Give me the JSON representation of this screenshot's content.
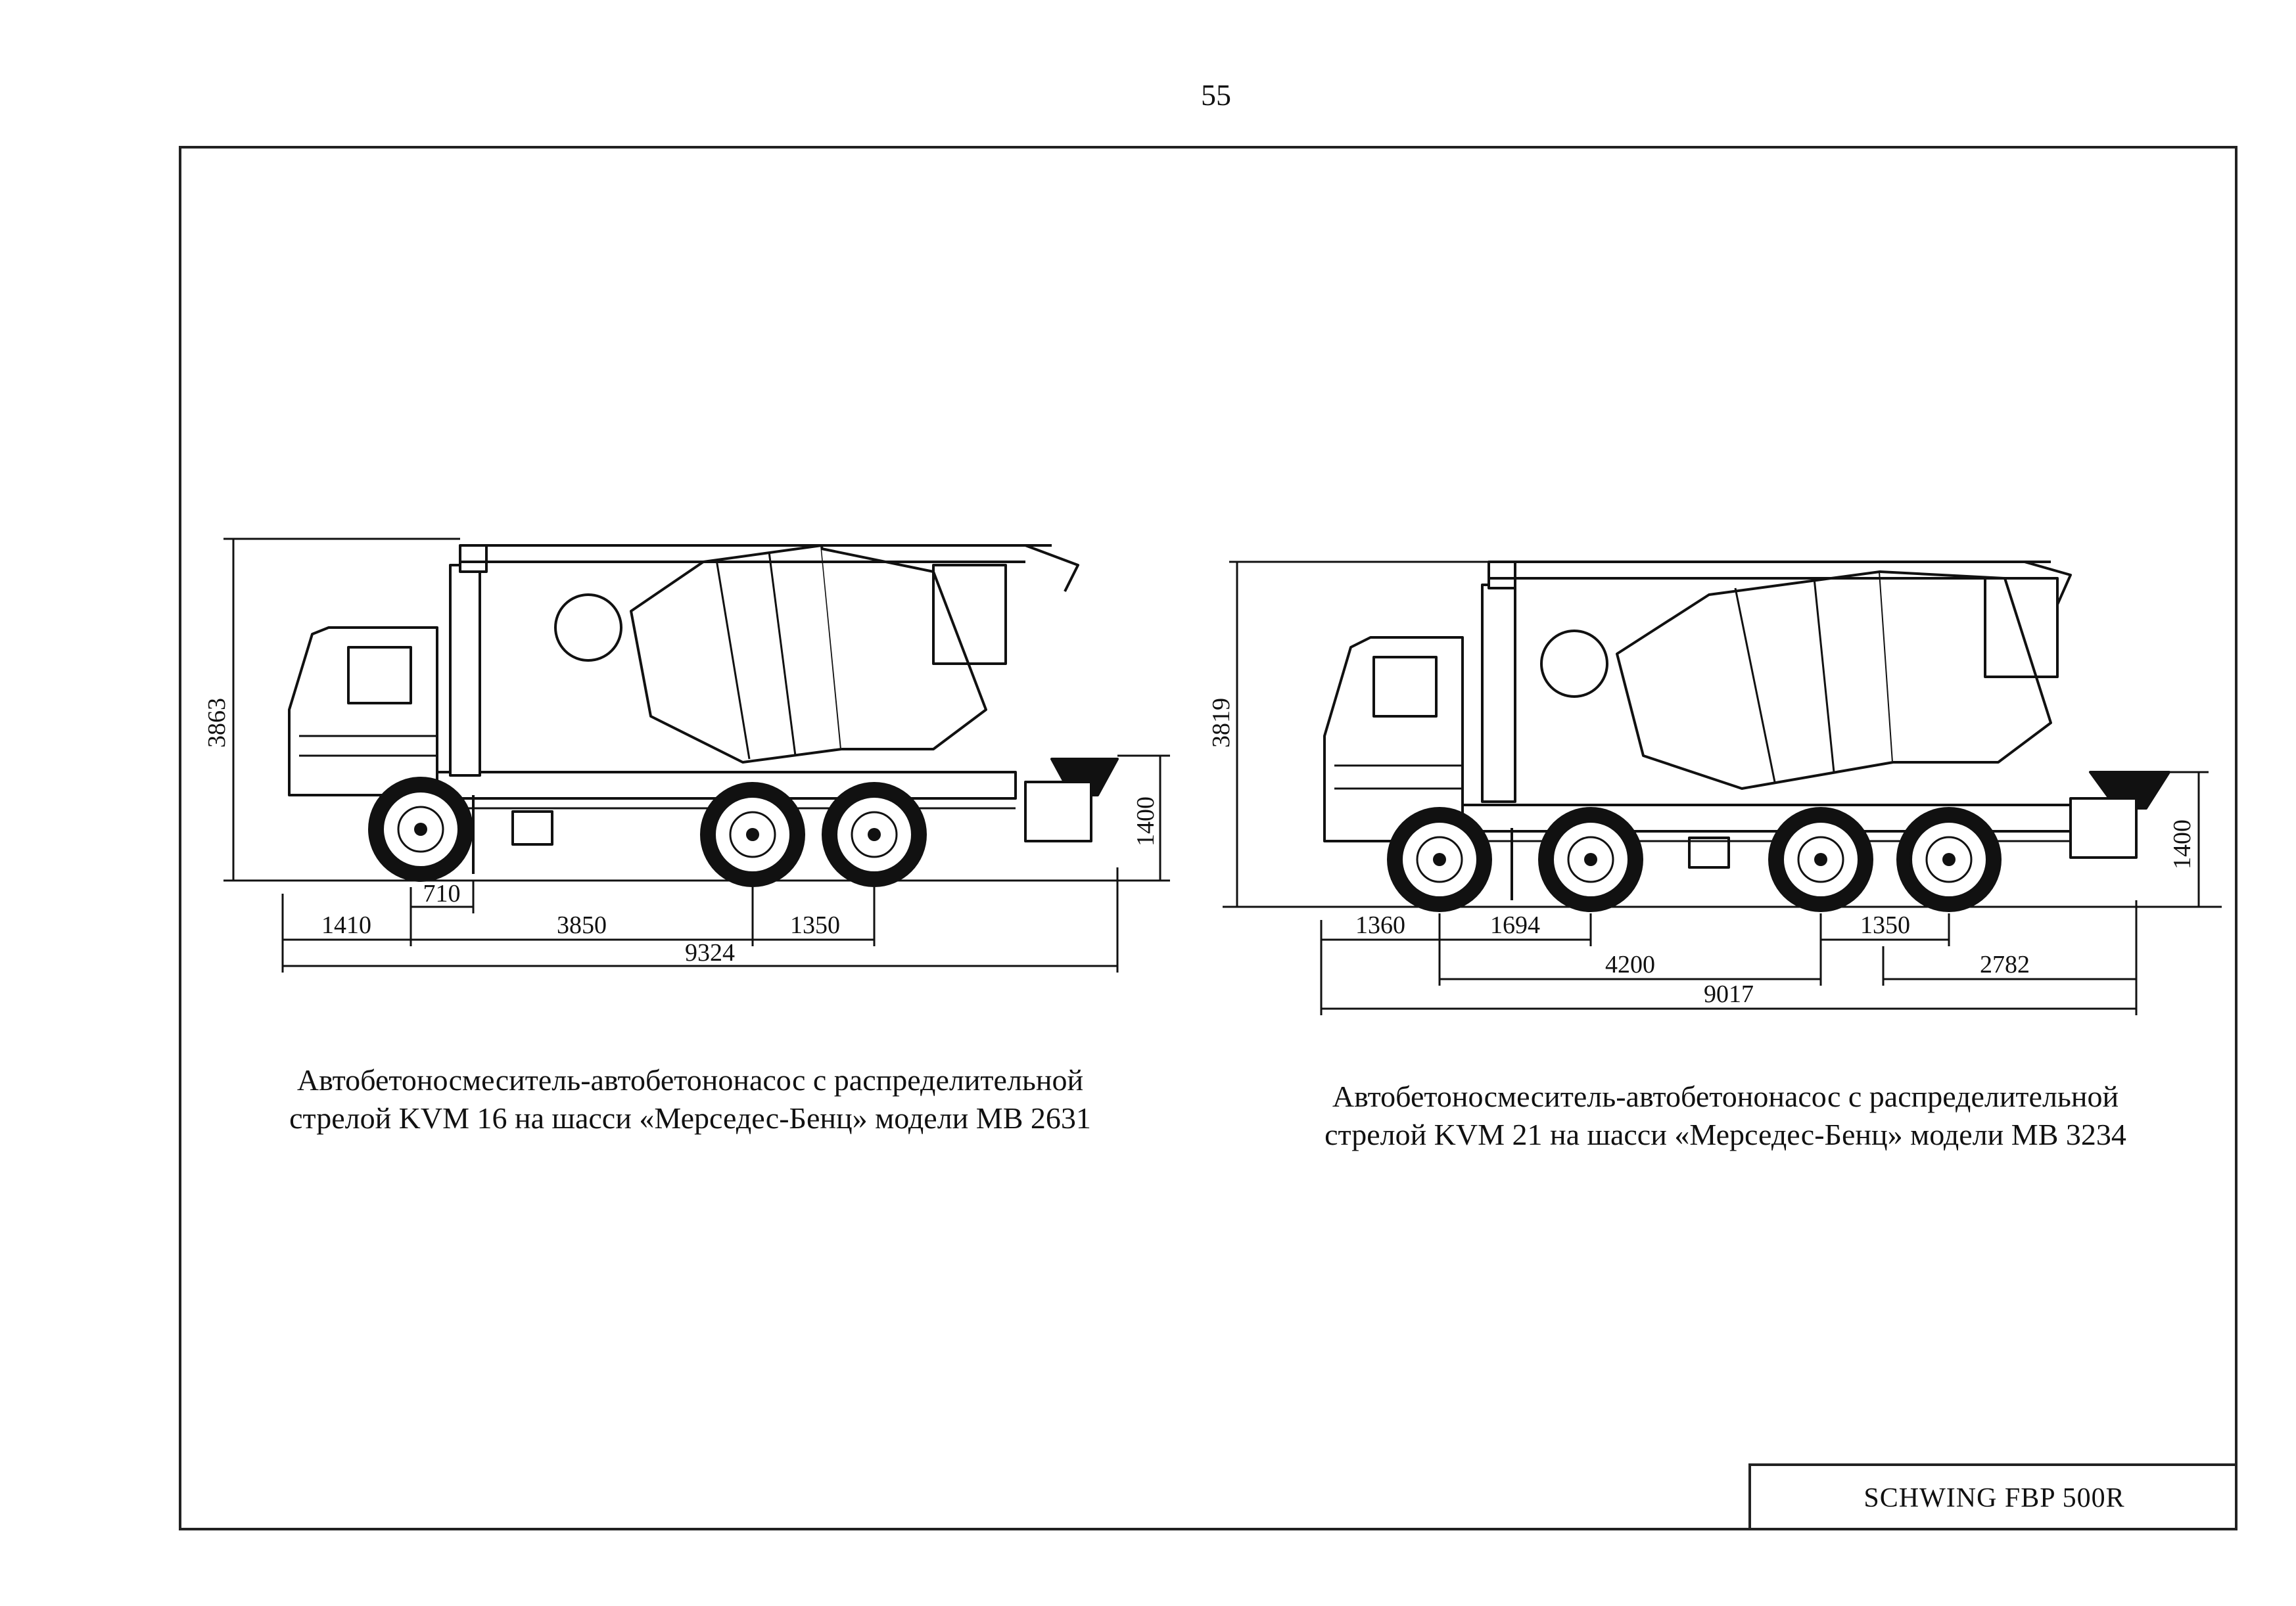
{
  "page_number": "55",
  "left_truck": {
    "dimensions": {
      "height": "3863",
      "hopper_height": "1400",
      "front_overhang": "1410",
      "outrigger": "710",
      "wheelbase": "3850",
      "rear_axle_spacing": "1350",
      "overall_length": "9324"
    },
    "caption": {
      "line1": "Автобетоносмеситель-автобетононасос с распределительной",
      "line2": "стрелой KVM 16 на шасси «Мерседес-Бенц» модели МВ 2631"
    }
  },
  "right_truck": {
    "dimensions": {
      "height": "3819",
      "hopper_height": "1400",
      "front_overhang": "1360",
      "front_axle_spacing": "1694",
      "wheelbase": "4200",
      "rear_axle_spacing": "1350",
      "rear_section": "2782",
      "overall_length": "9017"
    },
    "caption": {
      "line1": "Автобетоносмеситель-автобетононасос с распределительной",
      "line2": "стрелой KVM 21 на шасси «Мерседес-Бенц» модели МВ 3234"
    }
  },
  "stamp": "SCHWING FBP 500R"
}
